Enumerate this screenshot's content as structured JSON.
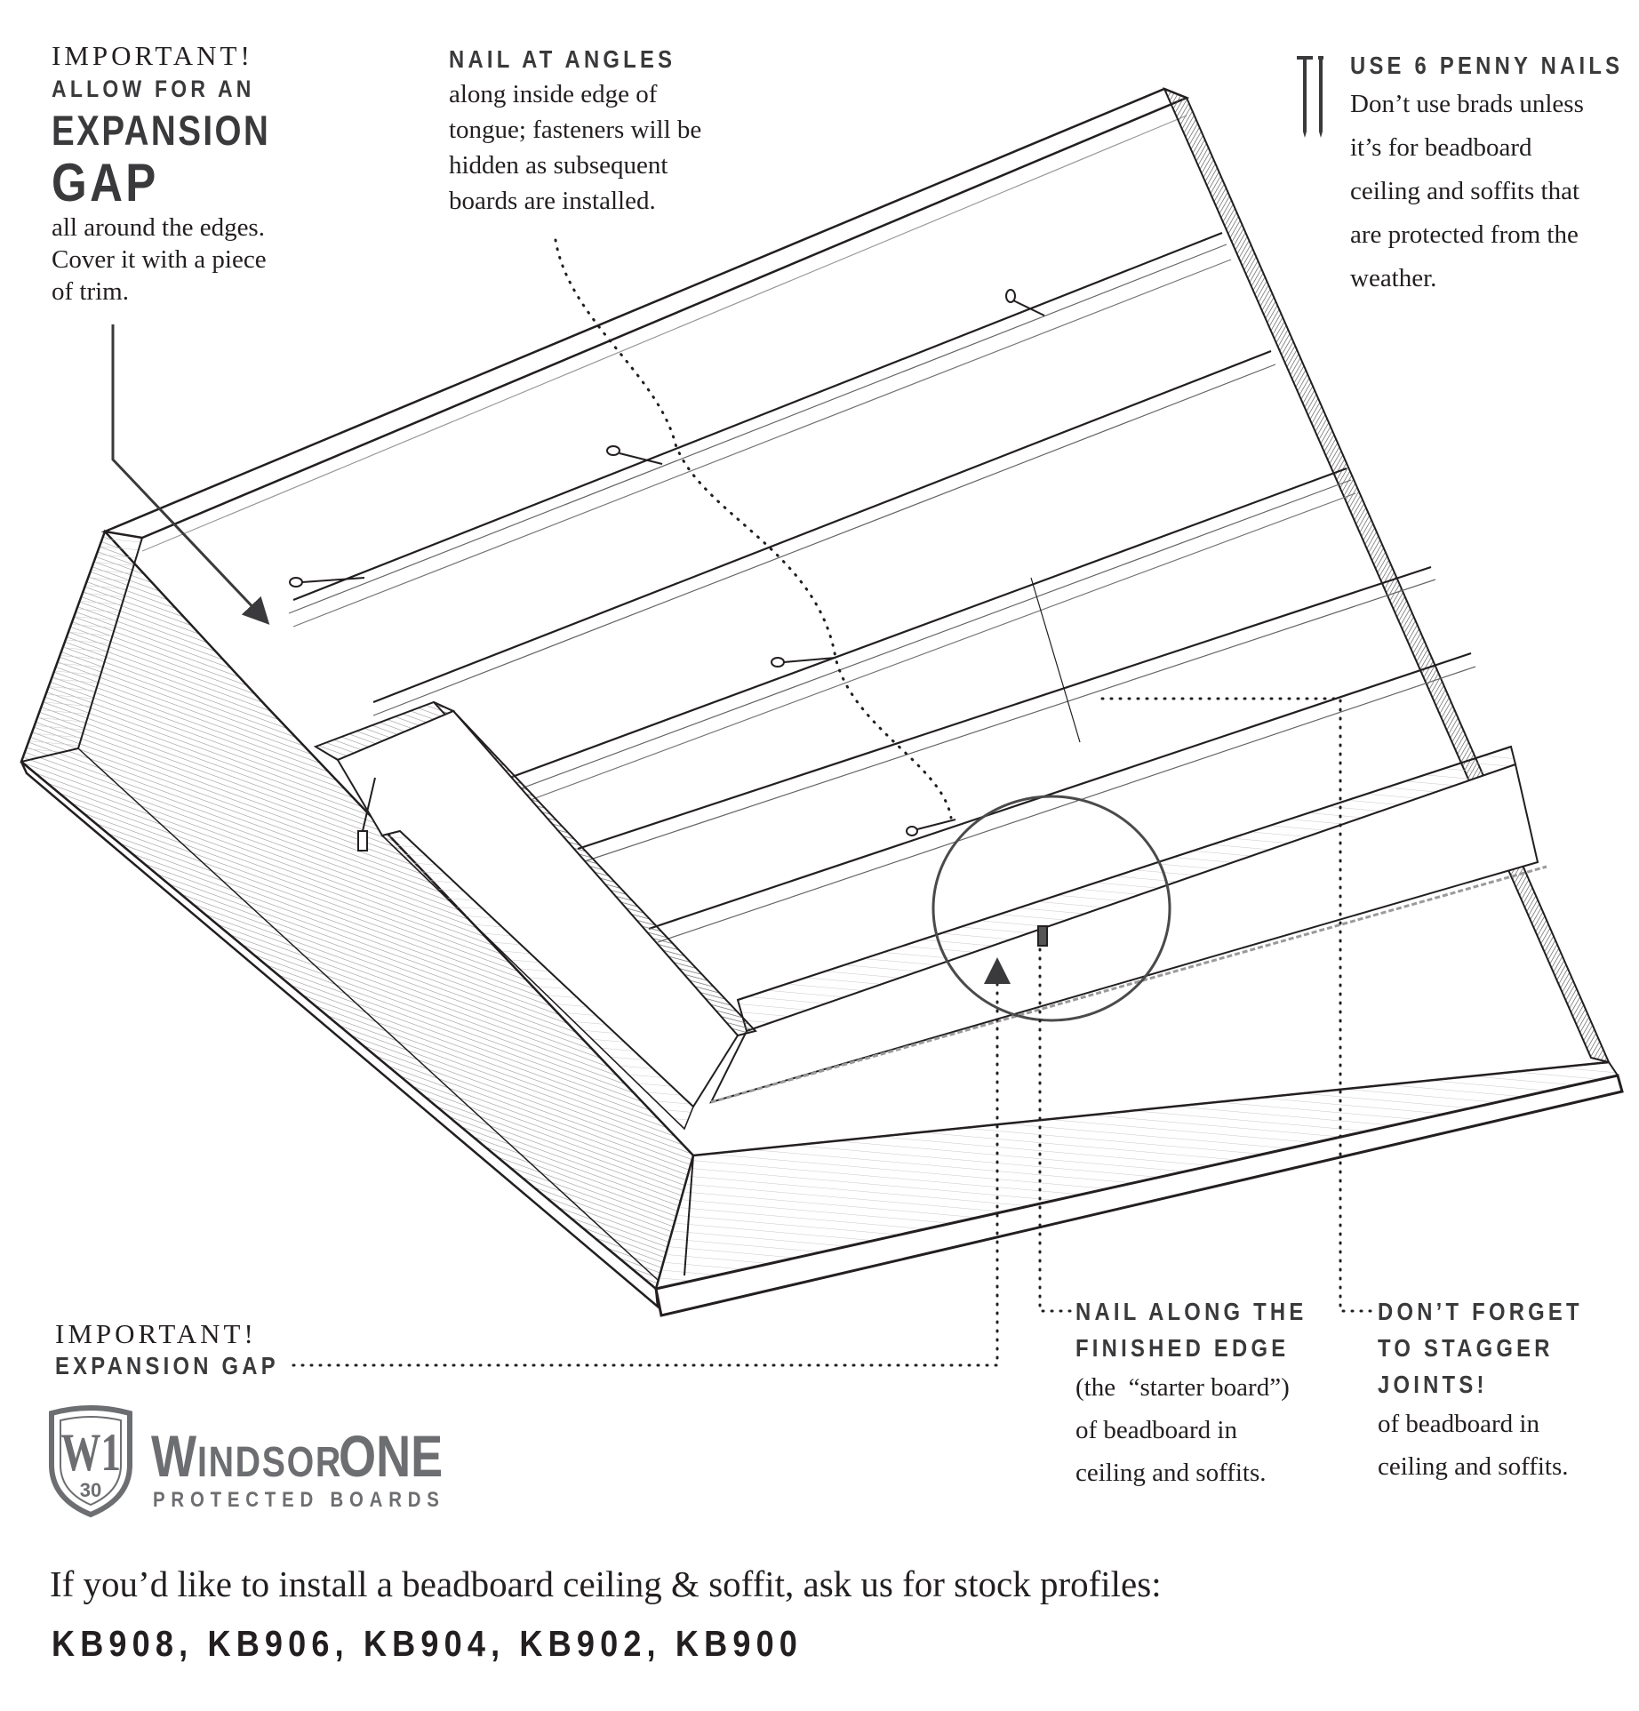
{
  "annotations": {
    "expansion_gap_top": {
      "kicker": "IMPORTANT!",
      "line1": "ALLOW FOR AN",
      "line2": "EXPANSION",
      "line3": "GAP",
      "body": [
        "all around the edges.",
        "Cover it with a piece",
        "of trim."
      ]
    },
    "nail_at_angles": {
      "title": "NAIL AT ANGLES",
      "body": [
        "along inside edge of",
        "tongue; fasteners will be",
        "hidden as subsequent",
        "boards are installed."
      ]
    },
    "penny_nails": {
      "icon": "nails-icon",
      "title": "USE 6 PENNY NAILS",
      "body": [
        "Don’t use brads unless",
        "it’s for beadboard",
        "ceiling and soffits that",
        "are protected from the",
        "weather."
      ]
    },
    "expansion_gap_bottom": {
      "kicker": "IMPORTANT!",
      "title": "EXPANSION GAP"
    },
    "finished_edge": {
      "title": [
        "NAIL ALONG THE",
        "FINISHED EDGE"
      ],
      "body": [
        "(the  “starter board”)",
        "of beadboard in",
        "ceiling and soffits."
      ]
    },
    "stagger_joints": {
      "title": [
        "DON’T FORGET",
        "TO STAGGER",
        "JOINTS!"
      ],
      "body": [
        "of beadboard in",
        "ceiling and soffits."
      ]
    }
  },
  "logo": {
    "badge_letters": "W1",
    "badge_number": "30",
    "brand_first": "W",
    "brand_rest": "INDSOR",
    "brand_last": "ONE",
    "tagline": "PROTECTED BOARDS",
    "color": "#6d6e71"
  },
  "footer": {
    "prompt": "If you’d like to install a beadboard ceiling & soffit, ask us for stock profiles:",
    "profiles": "KB908, KB906, KB904, KB902, KB900"
  },
  "illustration": {
    "subject": "beadboard ceiling and soffit installation",
    "ink_color": "#231f20",
    "callout_color": "#3a393b"
  }
}
